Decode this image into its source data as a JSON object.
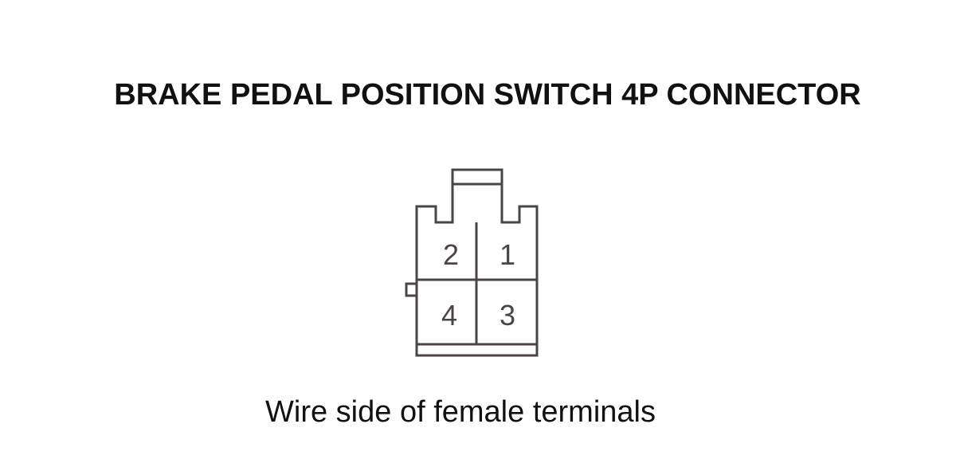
{
  "diagram": {
    "title": "BRAKE PEDAL POSITION SWITCH 4P CONNECTOR",
    "caption": "Wire side of female terminals",
    "line_color": "#4a4444",
    "text_color": "#111111",
    "terminals": [
      {
        "id": "2",
        "label": "2"
      },
      {
        "id": "1",
        "label": "1"
      },
      {
        "id": "4",
        "label": "4"
      },
      {
        "id": "3",
        "label": "3"
      }
    ]
  }
}
